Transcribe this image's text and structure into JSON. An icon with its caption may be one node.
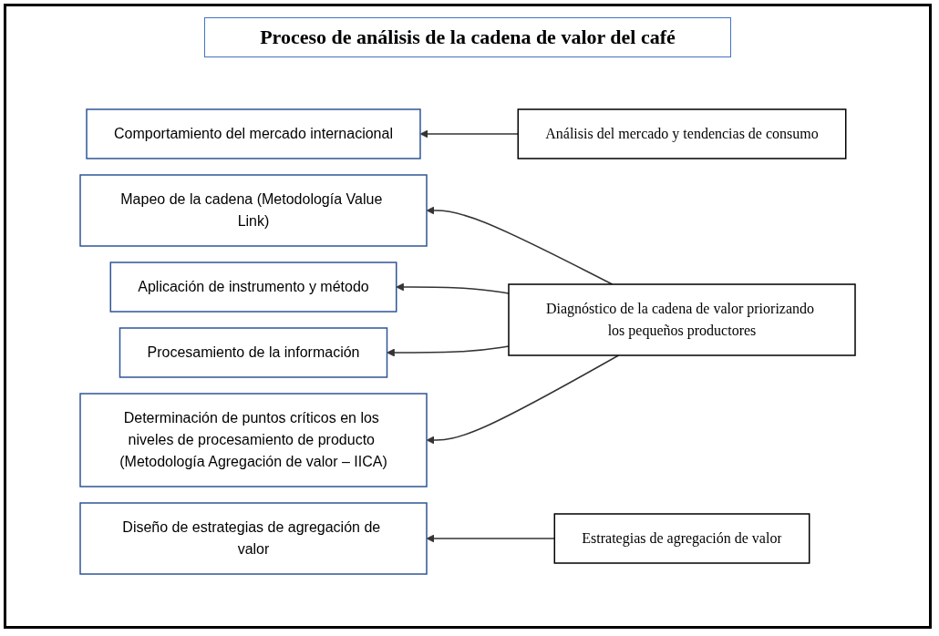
{
  "diagram": {
    "title": "Proceso de análisis de la cadena de valor del café",
    "nodes": [
      {
        "text": [
          "Comportamiento del mercado internacional"
        ]
      },
      {
        "text": [
          "Análisis del mercado y tendencias de consumo"
        ]
      },
      {
        "text": [
          "Mapeo de la cadena (Metodología Value Link)"
        ]
      },
      {
        "text": [
          "Diagnóstico de la cadena de valor priorizando los pequeños productores"
        ]
      },
      {
        "text": [
          "Aplicación de instrumento y método"
        ]
      },
      {
        "text": [
          "Procesamiento de la información"
        ]
      },
      {
        "text": [
          "Determinación de puntos críticos en los niveles de procesamiento de producto (Metodología Agregación de valor – IICA)"
        ]
      },
      {
        "text": [
          "Diseño de estrategias de agregación de valor"
        ]
      },
      {
        "text": [
          "Estrategias de agregación de valor"
        ]
      }
    ],
    "edges": [
      {
        "from": 1,
        "to": 0,
        "arrow": "to"
      },
      {
        "from": 3,
        "to": 2,
        "arrow": "to"
      },
      {
        "from": 3,
        "to": 4,
        "arrow": "to"
      },
      {
        "from": 3,
        "to": 5,
        "arrow": "to"
      },
      {
        "from": 3,
        "to": 6,
        "arrow": "to"
      },
      {
        "from": 8,
        "to": 7,
        "arrow": "to"
      }
    ]
  }
}
